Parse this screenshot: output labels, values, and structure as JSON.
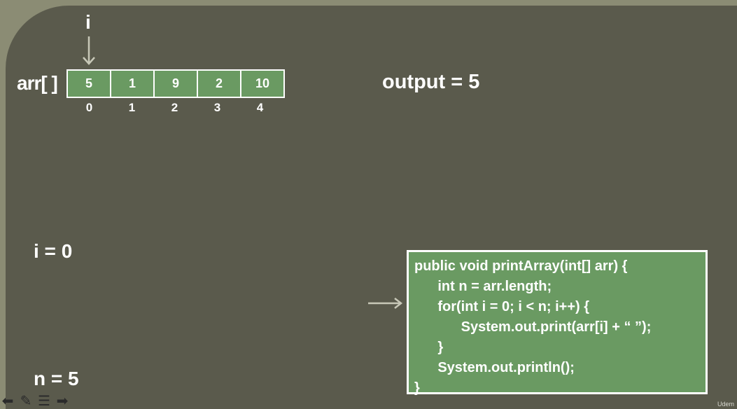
{
  "pointer": {
    "label": "i"
  },
  "array": {
    "label": "arr[ ]",
    "values": [
      "5",
      "1",
      "9",
      "2",
      "10"
    ],
    "indices": [
      "0",
      "1",
      "2",
      "3",
      "4"
    ]
  },
  "output_text": "output = 5",
  "variables": {
    "i": "i = 0",
    "n": "n = 5"
  },
  "code": {
    "lines": [
      "public void printArray(int[] arr) {",
      "      int n = arr.length;",
      "      for(int i = 0; i < n; i++) {",
      "            System.out.print(arr[i] + “ ”);",
      "      }",
      "      System.out.println();",
      "}"
    ]
  },
  "toolbar": {
    "icons": [
      "back-arrow-icon",
      "pen-icon",
      "notes-icon",
      "forward-arrow-icon"
    ]
  },
  "watermark": "Udem"
}
